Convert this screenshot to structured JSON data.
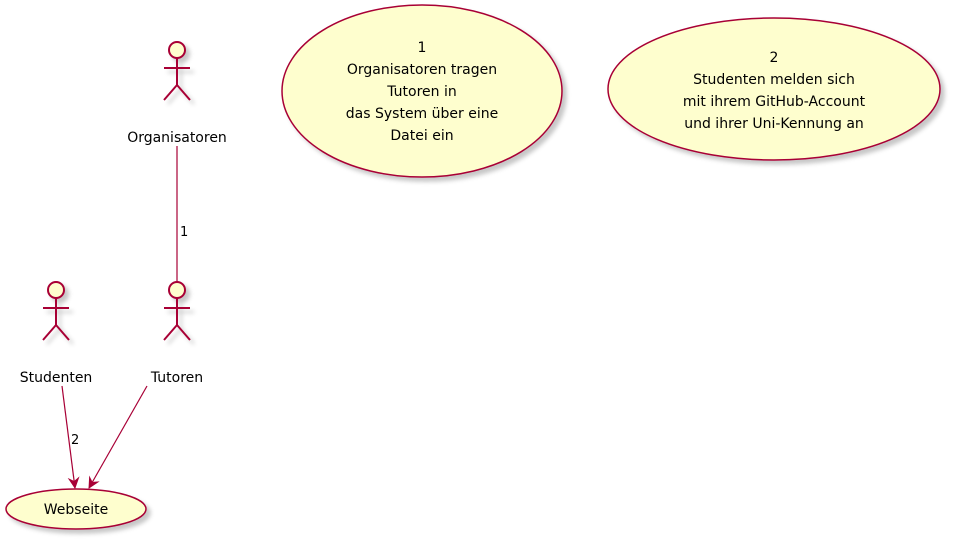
{
  "diagram": {
    "type": "use-case",
    "colors": {
      "fill": "#FEFECE",
      "stroke": "#A80036",
      "shadow": "#D6D6D6",
      "text": "#000000"
    },
    "actors": [
      {
        "id": "organisatoren",
        "label": "Organisatoren"
      },
      {
        "id": "studenten",
        "label": "Studenten"
      },
      {
        "id": "tutoren",
        "label": "Tutoren"
      }
    ],
    "usecases": [
      {
        "id": "uc1",
        "lines": [
          "1",
          "Organisatoren tragen",
          "Tutoren in",
          "das System über eine",
          "Datei ein"
        ]
      },
      {
        "id": "uc2",
        "lines": [
          "2",
          "Studenten melden sich",
          "mit ihrem GitHub-Account",
          "und ihrer Uni-Kennung an"
        ]
      },
      {
        "id": "webseite",
        "lines": [
          "Webseite"
        ]
      }
    ],
    "edges": [
      {
        "from": "organisatoren",
        "to": "tutoren",
        "label": "1",
        "arrow": false
      },
      {
        "from": "studenten",
        "to": "webseite",
        "label": "2",
        "arrow": true
      },
      {
        "from": "tutoren",
        "to": "webseite",
        "label": "",
        "arrow": true
      }
    ]
  }
}
